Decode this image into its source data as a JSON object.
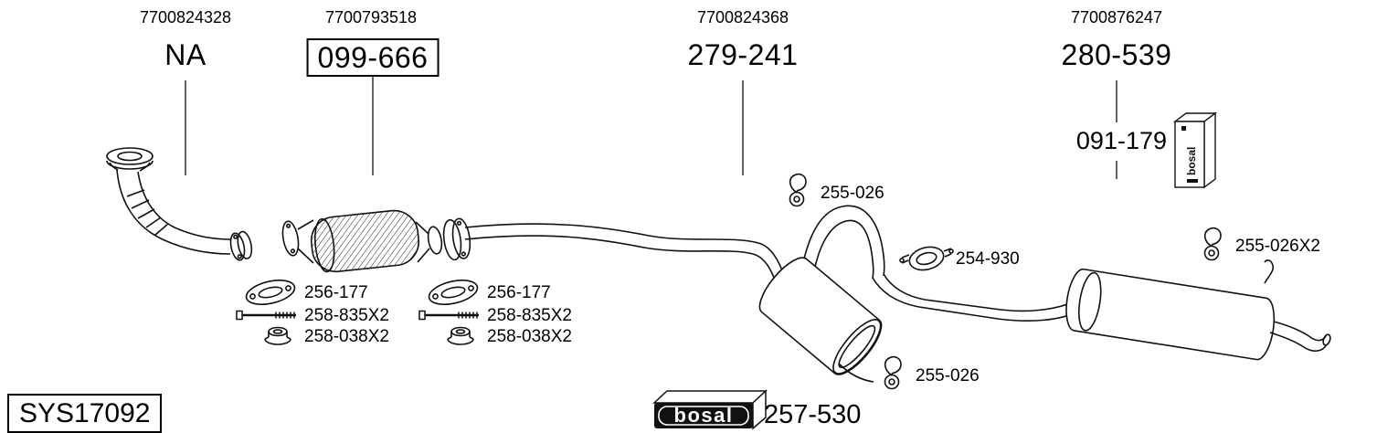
{
  "header": {
    "columns": [
      {
        "oem": "7700824328",
        "part": "NA"
      },
      {
        "oem": "7700793518",
        "part": "099-666"
      },
      {
        "oem": "7700824368",
        "part": "279-241"
      },
      {
        "oem": "7700876247",
        "part": "280-539"
      }
    ]
  },
  "callouts": {
    "hanger_top": "255-026",
    "clamp": "254-930",
    "hanger_rear": "255-026X2",
    "hanger_bottom": "255-026",
    "rear_mount_kit": "091-179",
    "accessory_kit": "257-530"
  },
  "fitting_groups": [
    {
      "gasket": "256-177",
      "bolts": "258-835X2",
      "nuts": "258-038X2"
    },
    {
      "gasket": "256-177",
      "bolts": "258-835X2",
      "nuts": "258-038X2"
    }
  ],
  "footer": {
    "system_code": "SYS17092",
    "brand": "bosal"
  }
}
